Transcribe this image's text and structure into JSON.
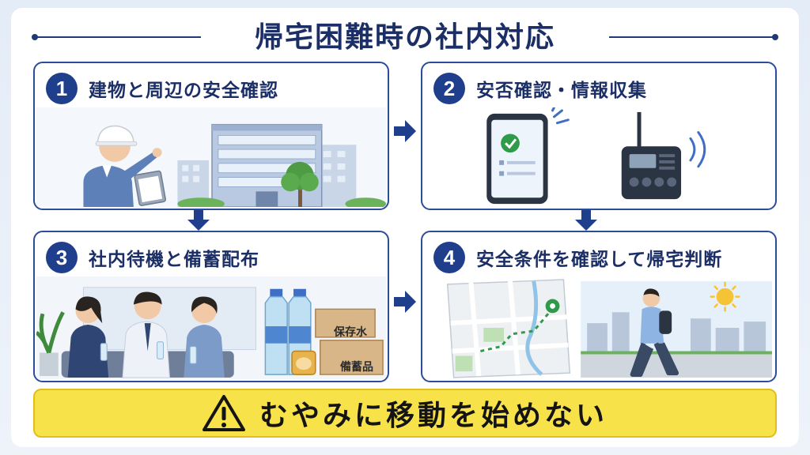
{
  "title": "帰宅困難時の社内対応",
  "steps": [
    {
      "number": "1",
      "label": "建物と周辺の安全確認"
    },
    {
      "number": "2",
      "label": "安否確認・情報収集"
    },
    {
      "number": "3",
      "label": "社内待機と備蓄配布"
    },
    {
      "number": "4",
      "label": "安全条件を確認して帰宅判断"
    }
  ],
  "supplies": {
    "box1": "保存水",
    "box2": "備蓄品"
  },
  "banner": {
    "text": "むやみに移動を始めない",
    "icon": "warning-icon"
  },
  "colors": {
    "navy": "#1f3f8c",
    "banner": "#f8e24a",
    "check": "#2e9a4a"
  }
}
